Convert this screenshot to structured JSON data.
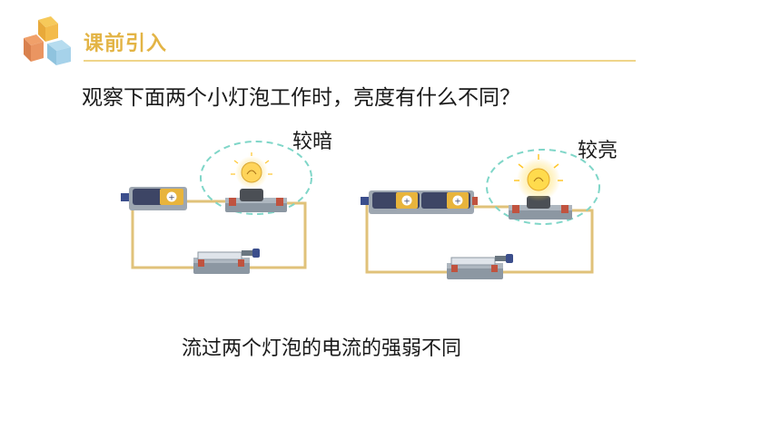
{
  "header": {
    "section_title": "课前引入",
    "logo_icon": "stacked-cubes-icon"
  },
  "question": "观察下面两个小灯泡工作时，亮度有什么不同？",
  "circuits": [
    {
      "bulb_label": "较暗",
      "battery_count": 1,
      "bulb_state": "dim"
    },
    {
      "bulb_label": "较亮",
      "battery_count": 2,
      "bulb_state": "bright"
    }
  ],
  "conclusion": "流过两个灯泡的电流的强弱不同",
  "colors": {
    "accent": "#e3b445",
    "rule": "#efd58a",
    "wire": "#e0c27a",
    "dashed_circle": "#7fd6c8",
    "battery": "#3d4565"
  }
}
